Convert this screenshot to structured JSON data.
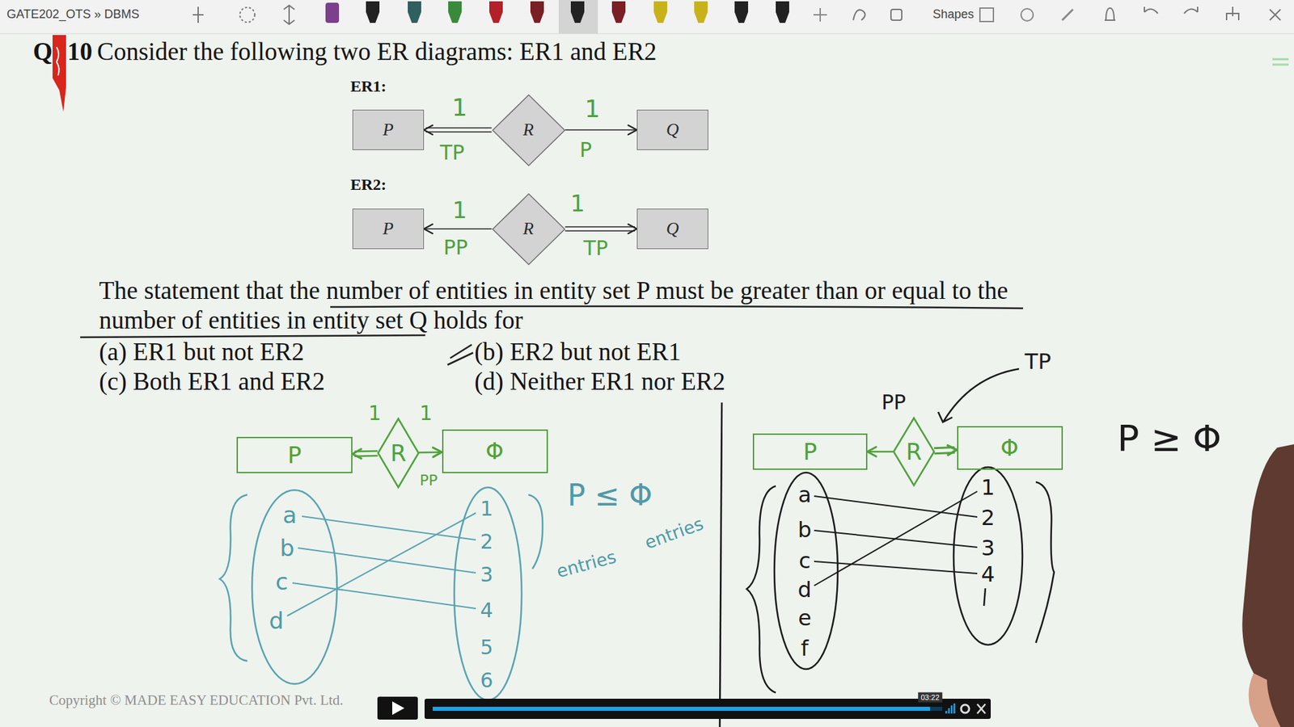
{
  "diagram": {
    "nodes": [
      {
        "text": [
          "P"
        ]
      },
      {
        "text": [
          "R"
        ]
      },
      {
        "text": [
          "Q"
        ]
      },
      {
        "text": [
          "P"
        ]
      },
      {
        "text": [
          "R"
        ]
      },
      {
        "text": [
          "Q"
        ]
      },
      {
        "text": [
          "P"
        ]
      },
      {
        "text": [
          "R"
        ]
      },
      {
        "text": [
          "Φ"
        ]
      },
      {
        "text": [
          "P"
        ]
      },
      {
        "text": [
          "R"
        ]
      },
      {
        "text": [
          "Φ"
        ]
      }
    ],
    "edges": [
      {
        "from": 1,
        "to": 0,
        "arrow": "to"
      },
      {
        "from": 1,
        "to": 2,
        "arrow": "to"
      },
      {
        "from": 4,
        "to": 3,
        "arrow": "to"
      },
      {
        "from": 4,
        "to": 5,
        "arrow": "to"
      },
      {
        "from": 7,
        "to": 6,
        "arrow": "to"
      },
      {
        "from": 7,
        "to": 8,
        "arrow": "to"
      },
      {
        "from": 10,
        "to": 9,
        "arrow": "to"
      },
      {
        "from": 10,
        "to": 11,
        "arrow": "to"
      }
    ],
    "labels": [
      "GATE202_OTS » DBMS",
      "Shapes",
      "Q",
      "10",
      "Consider the following two ER diagrams: ER1 and ER2",
      "ER1:",
      "ER2:",
      "1",
      "TP",
      "1",
      "P",
      "1",
      "PP",
      "1",
      "TP",
      "The statement that the number of entities in entity set P must be greater than or equal to the number of entities in entity set Q holds for",
      "(a) ER1 but not ER2",
      "(b) ER2 but not ER1",
      "(c) Both ER1 and ER2",
      "(d) Neither ER1 nor ER2",
      "1",
      "1",
      "PP",
      "a",
      "b",
      "c",
      "d",
      "1",
      "2",
      "3",
      "4",
      "5",
      "6",
      "P ≤ Φ",
      "entries",
      "entries",
      "PP",
      "TP",
      "a",
      "b",
      "c",
      "d",
      "e",
      "f",
      "1",
      "2",
      "3",
      "4",
      "P ≥ Φ",
      "Copyright © MADE EASY EDUCATION Pvt. Ltd.",
      "03:22"
    ]
  }
}
